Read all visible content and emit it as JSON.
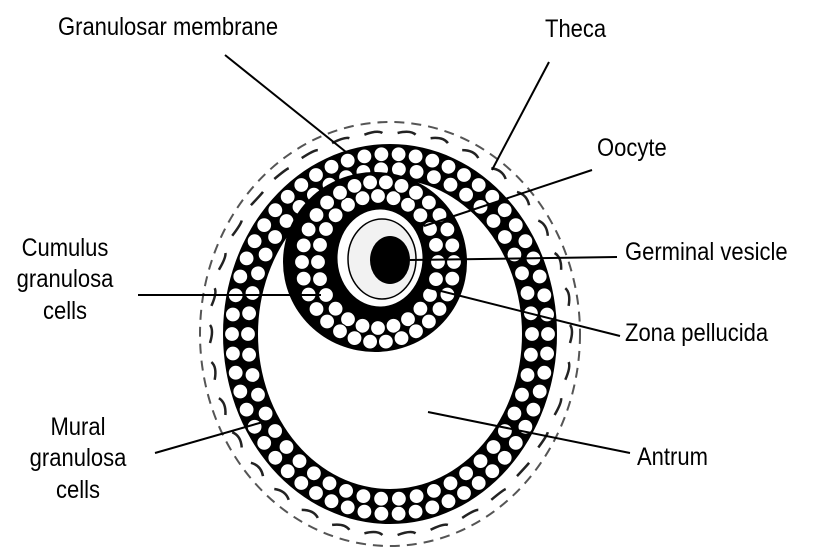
{
  "labels": {
    "granulosar_membrane": "Granulosar membrane",
    "theca": "Theca",
    "oocyte": "Oocyte",
    "germinal_vesicle": "Germinal vesicle",
    "zona_pellucida": "Zona pellucida",
    "antrum": "Antrum",
    "cumulus": [
      "Cumulus",
      "granulosa",
      "cells"
    ],
    "mural": [
      "Mural",
      "granulosa",
      "cells"
    ]
  }
}
